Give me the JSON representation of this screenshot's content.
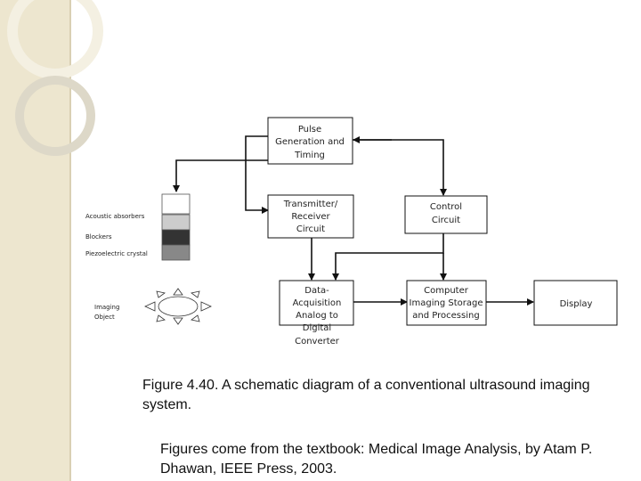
{
  "boxes": {
    "pulse": [
      "Pulse",
      "Generation and",
      "Timing"
    ],
    "transmitter": [
      "Transmitter/",
      "Receiver",
      "Circuit"
    ],
    "control": [
      "Control",
      "Circuit"
    ],
    "dac": [
      "Data-",
      "Acquisition",
      "Analog to",
      "Digital",
      "Converter"
    ],
    "storage": [
      "Computer",
      "Imaging Storage",
      "and Processing"
    ],
    "display": [
      "Display"
    ]
  },
  "transducer_labels": {
    "absorbers": "Acoustic absorbers",
    "blockers": "Blockers",
    "crystal": "Piezoelectric crystal"
  },
  "imaging_object_label": [
    "Imaging",
    "Object"
  ],
  "transducer_colors": [
    "#ffffff",
    "#cccccc",
    "#333333",
    "#888888"
  ],
  "caption": "Figure 4.40. A schematic diagram of a conventional ultrasound imaging system.",
  "source_note": "Figures come from the textbook: Medical Image Analysis, by Atam P. Dhawan, IEEE Press, 2003."
}
